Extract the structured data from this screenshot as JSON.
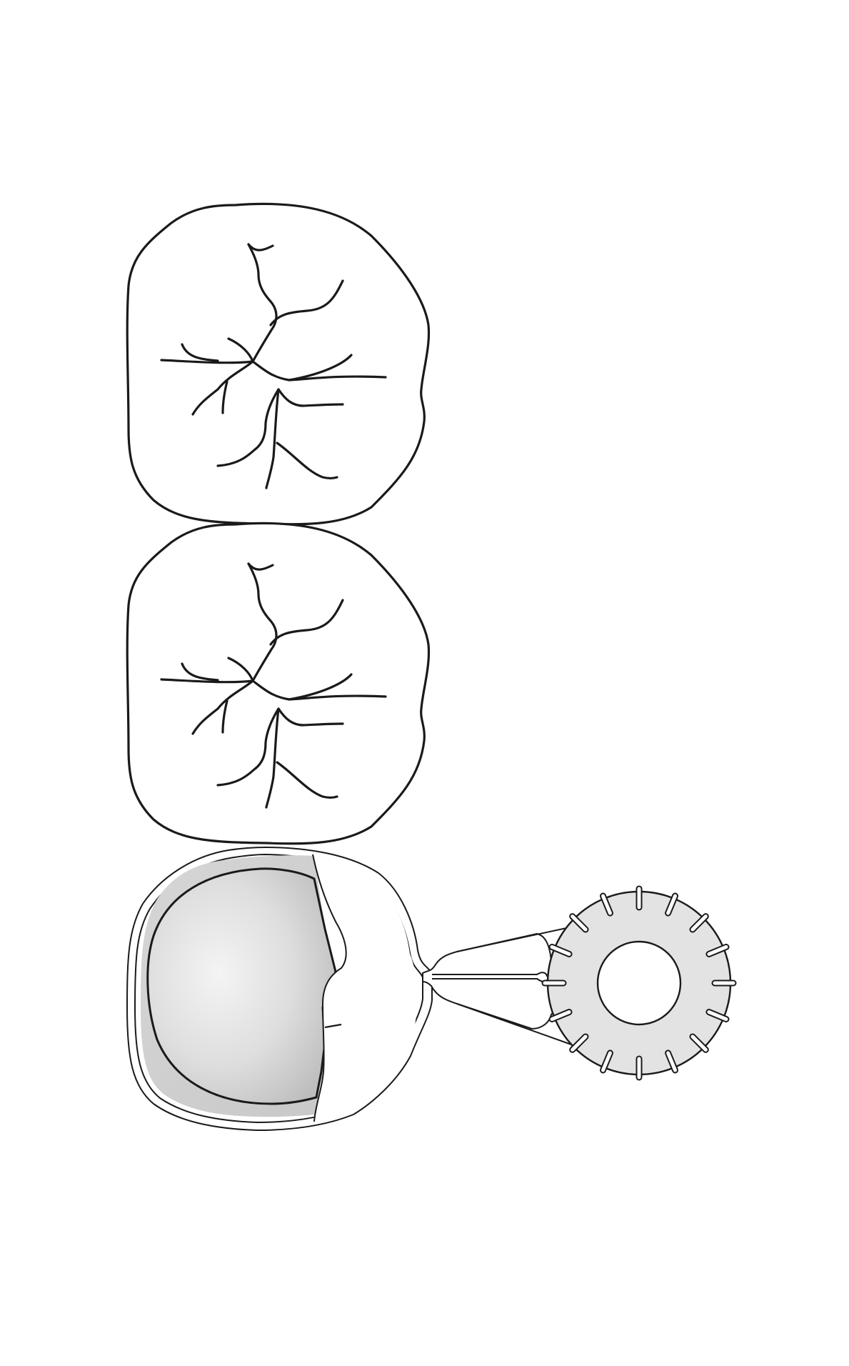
{
  "diagram": {
    "subjects": [
      {
        "name": "occlusal-view-upper",
        "icon": "molar-occlusal-icon"
      },
      {
        "name": "occlusal-view-lower",
        "icon": "molar-occlusal-icon"
      },
      {
        "name": "matrix-band-assembly",
        "icon": "matrix-band-retainer-icon"
      }
    ],
    "colors": {
      "line": "#1a1a1a",
      "fill_light": "#f4f4f4",
      "fill_mid": "#d2d2d2",
      "wheel_fill": "#e3e3e3",
      "background": "#ffffff"
    }
  }
}
